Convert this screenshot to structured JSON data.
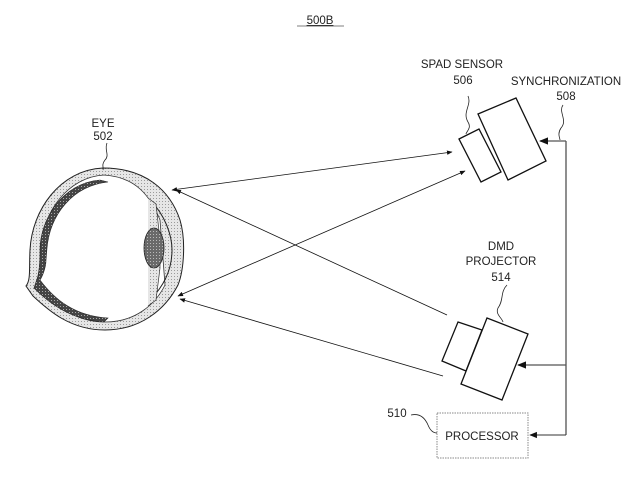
{
  "figure": {
    "title": "500B"
  },
  "components": {
    "eye": {
      "name": "EYE",
      "ref": "502"
    },
    "spad_sensor": {
      "name": "SPAD SENSOR",
      "ref": "506"
    },
    "synchronization": {
      "name": "SYNCHRONIZATION",
      "ref": "508"
    },
    "dmd_projector": {
      "name_line1": "DMD",
      "name_line2": "PROJECTOR",
      "ref": "514"
    },
    "processor": {
      "name": "PROCESSOR",
      "ref": "510"
    }
  },
  "colors": {
    "line": "#111111",
    "eye_shade_light": "#d9d9d9",
    "eye_shade_dark": "#555555",
    "lens": "#777777",
    "processor_border": "#888888"
  }
}
